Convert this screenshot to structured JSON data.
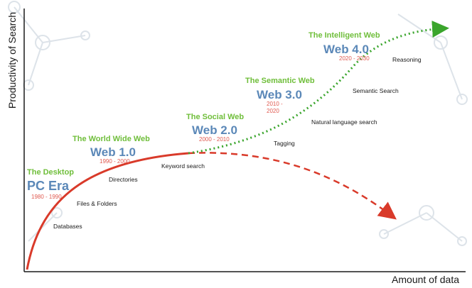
{
  "axes": {
    "y_label": "Productivity of Search",
    "x_label": "Amount of data"
  },
  "eras": [
    {
      "title": "The Desktop",
      "name": "PC Era",
      "years": "1980 - 1990"
    },
    {
      "title": "The World Wide Web",
      "name": "Web 1.0",
      "years": "1990 - 2000"
    },
    {
      "title": "The Social Web",
      "name": "Web 2.0",
      "years": "2000 - 2010"
    },
    {
      "title": "The Semantic Web",
      "name": "Web 3.0",
      "years_line1": "2010 -",
      "years_line2": "2020"
    },
    {
      "title": "The Intelligent Web",
      "name": "Web 4.0",
      "years": "2020 - 2030"
    }
  ],
  "technologies": [
    "Databases",
    "Files & Folders",
    "Directories",
    "Keyword search",
    "Tagging",
    "Natural language search",
    "Semantic Search",
    "Reasoning"
  ],
  "colors": {
    "era_title": "#6fbe3a",
    "era_name": "#5b88b8",
    "era_years": "#e05a50",
    "past_curve": "#d93a2a",
    "future_curve": "#3aa52c",
    "axis": "#1a1a1a",
    "decor": "#dde3e9"
  }
}
